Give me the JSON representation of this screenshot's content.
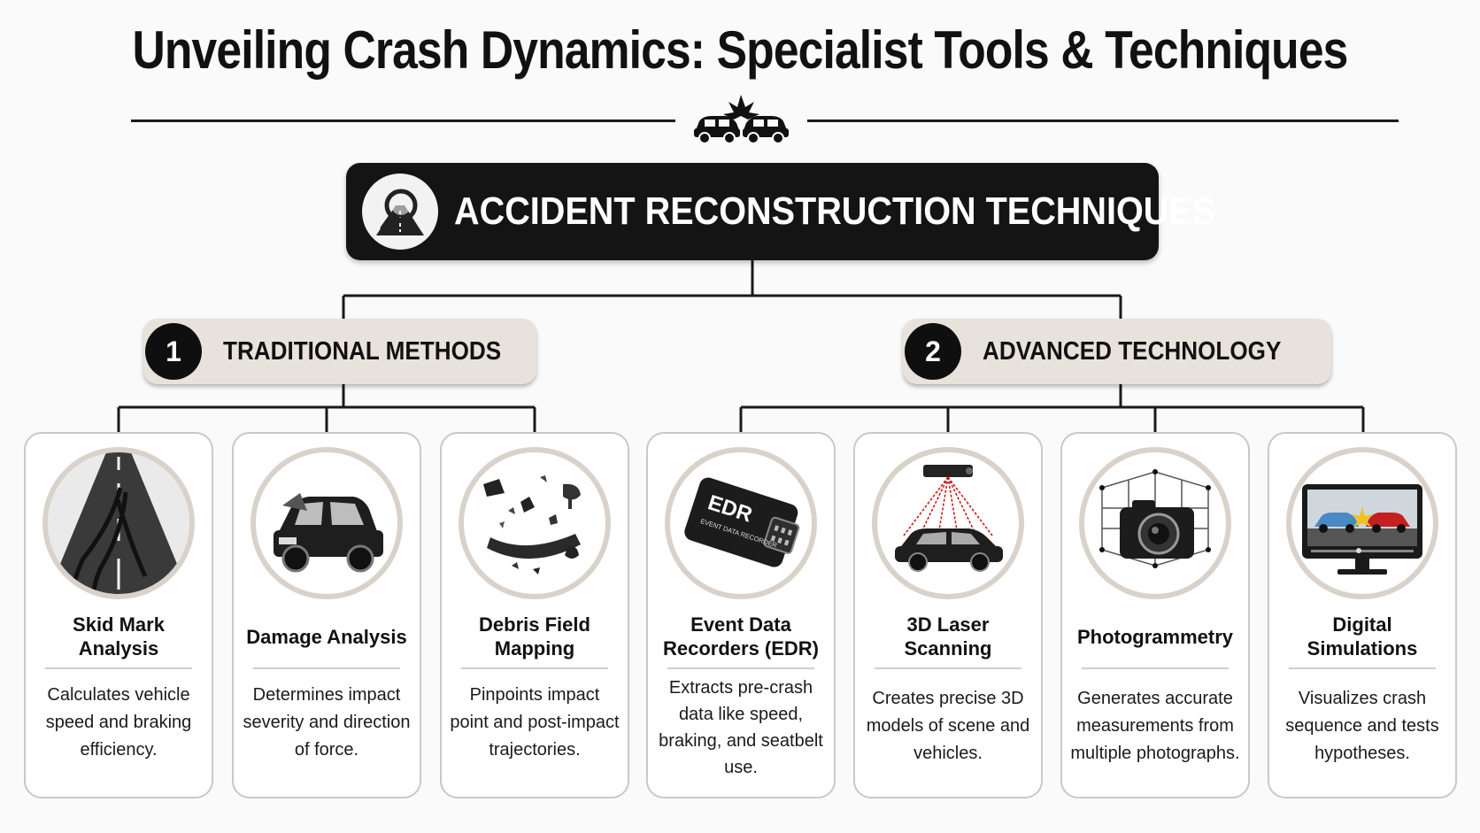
{
  "title": "Unveiling Crash Dynamics: Specialist Tools & Techniques",
  "main_heading": "ACCIDENT RECONSTRUCTION TECHNIQUES",
  "categories": [
    {
      "number": "1",
      "label": "TRADITIONAL METHODS"
    },
    {
      "number": "2",
      "label": "ADVANCED TECHNOLOGY"
    }
  ],
  "techniques": [
    {
      "name": "Skid Mark Analysis",
      "description": "Calculates vehicle speed and braking efficiency.",
      "icon": "road-skid-marks-icon"
    },
    {
      "name": "Damage Analysis",
      "description": "Determines impact severity and direction of force.",
      "icon": "damaged-car-icon"
    },
    {
      "name": "Debris Field Mapping",
      "description": "Pinpoints impact point and post-impact trajectories.",
      "icon": "debris-pieces-icon"
    },
    {
      "name": "Event Data Recorders (EDR)",
      "description": "Extracts pre-crash data like speed, braking, and seatbelt use.",
      "icon": "edr-device-icon",
      "device_text": "EDR",
      "device_subtext": "EVENT DATA RECORDER"
    },
    {
      "name": "3D Laser Scanning",
      "description": "Creates precise 3D models of scene and vehicles.",
      "icon": "laser-scanner-car-icon"
    },
    {
      "name": "Photogrammetry",
      "description": "Generates accurate measurements from multiple photographs.",
      "icon": "camera-grid-icon"
    },
    {
      "name": "Digital Simulations",
      "description": "Visualizes crash sequence and tests hypotheses.",
      "icon": "monitor-simulation-icon"
    }
  ],
  "colors": {
    "dark": "#141414",
    "category_bg": "#e8e2dc",
    "ring": "#d9d2cb",
    "laser": "#d01818"
  }
}
